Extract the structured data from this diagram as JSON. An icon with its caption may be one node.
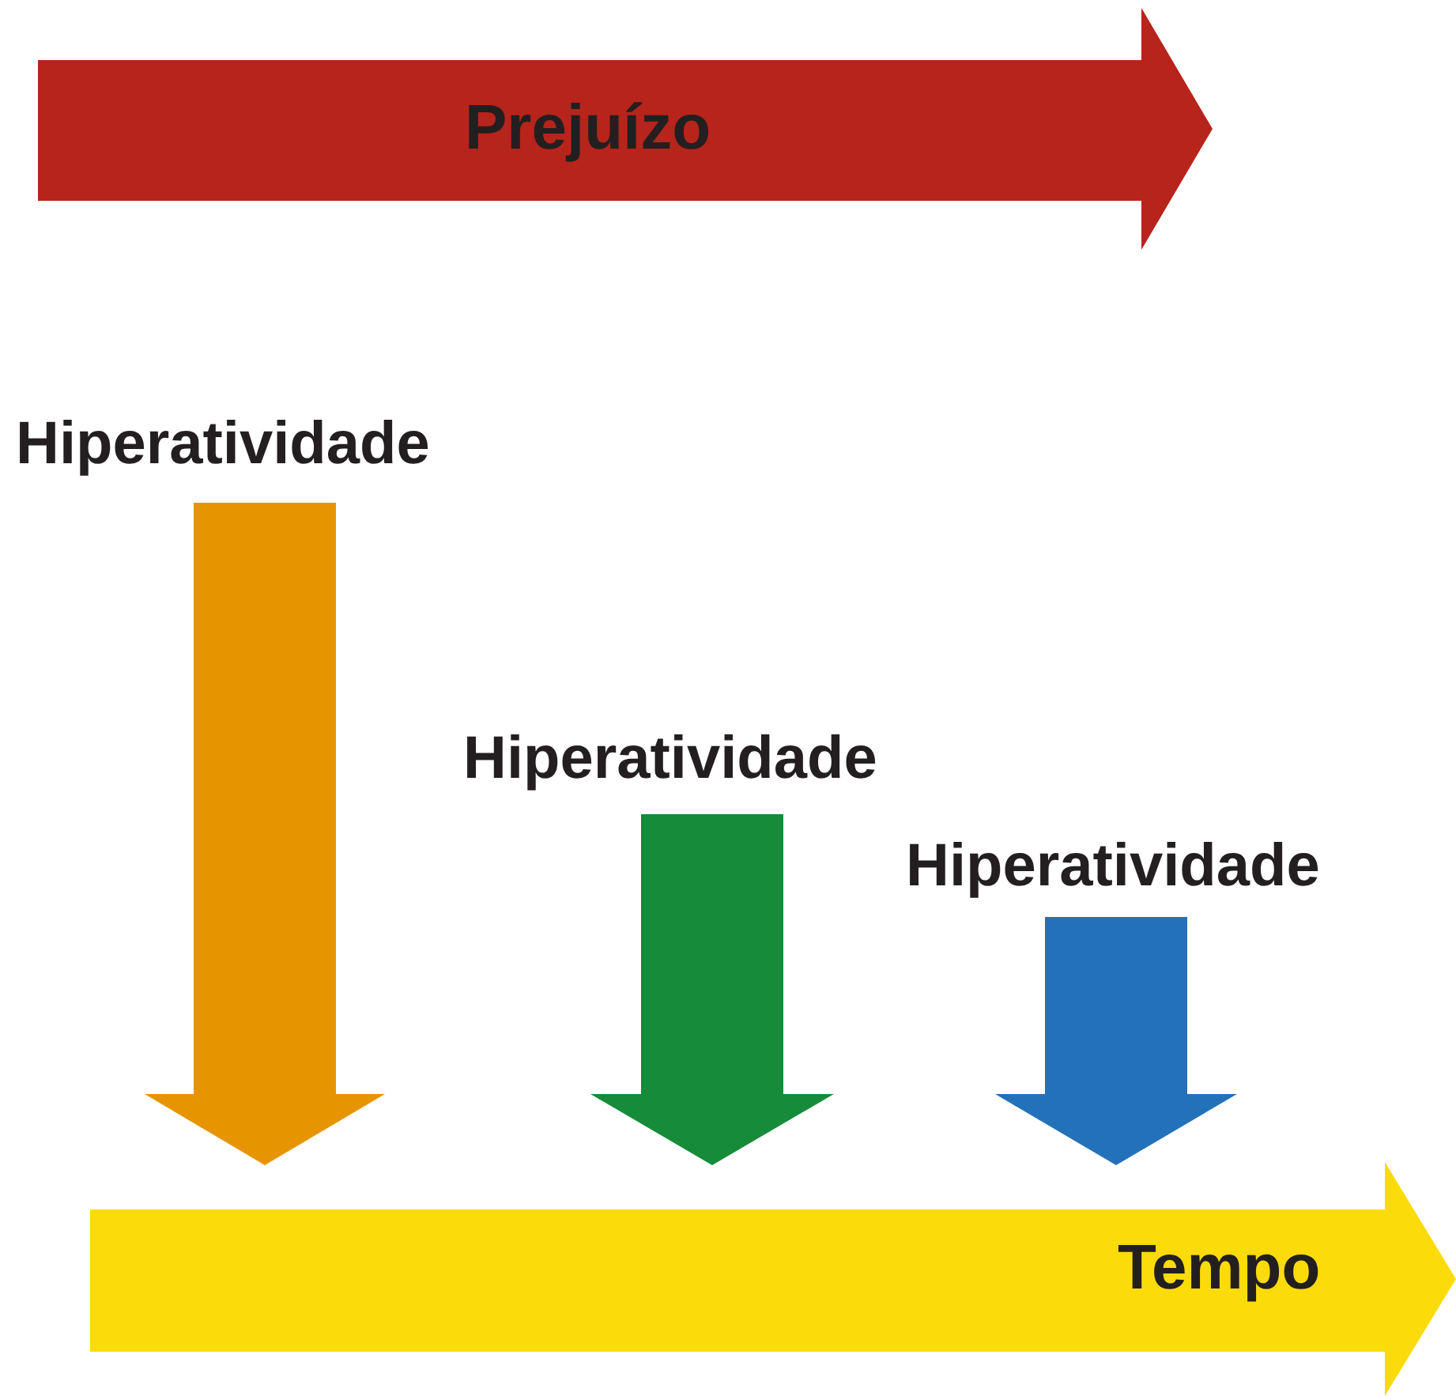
{
  "diagram": {
    "nodes": [
      {
        "text": [
          "Prejuízo"
        ]
      },
      {
        "text": [
          "Hiperatividade"
        ]
      },
      {
        "text": [
          "Hiperatividade"
        ]
      },
      {
        "text": [
          "Hiperatividade"
        ]
      },
      {
        "text": [
          "Tempo"
        ]
      }
    ],
    "edges": [
      {
        "from": 1,
        "to": 4,
        "arrow": "to",
        "color": "#e69500"
      },
      {
        "from": 2,
        "to": 4,
        "arrow": "to",
        "color": "#168c3a"
      },
      {
        "from": 3,
        "to": 4,
        "arrow": "to",
        "color": "#2372b9"
      }
    ]
  }
}
